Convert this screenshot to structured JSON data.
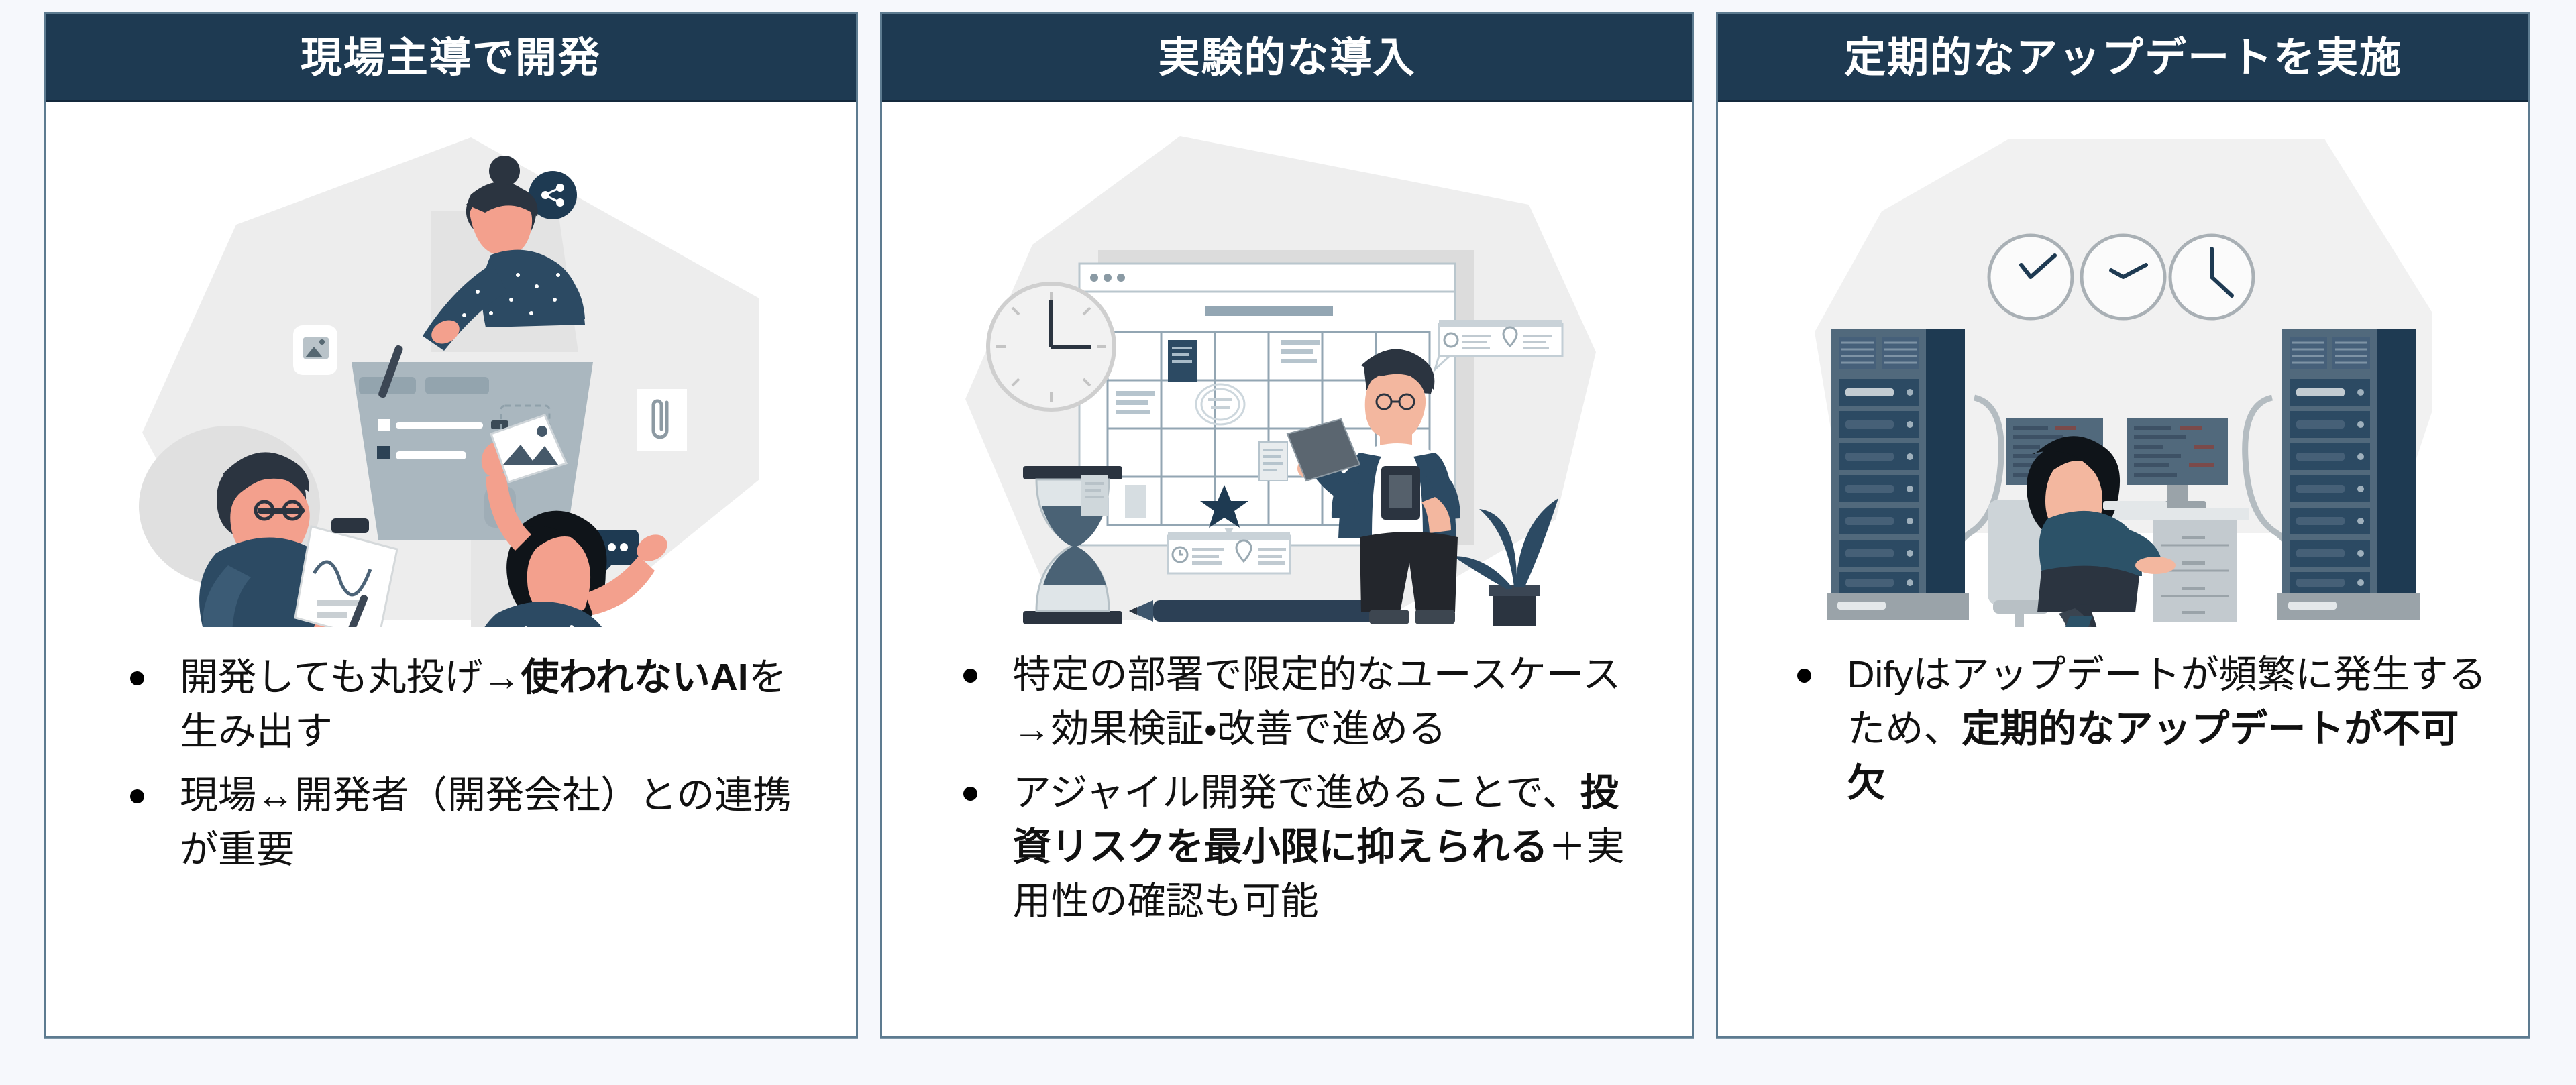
{
  "page": {
    "background_color": "#f6f8fc",
    "card_border_color": "#5d7b90",
    "header_background_color": "#1e3a52",
    "header_text_color": "#ffffff",
    "body_text_color": "#111111"
  },
  "cards": [
    {
      "id": "card-genba-shudo",
      "header": "現場主導で開発",
      "illustration_name": "team-collaboration-illustration",
      "illustration_elements": [
        "share-icon",
        "image-icon",
        "paperclip-icon",
        "chat-bubble-icon",
        "checkbox-icon",
        "tablet-board",
        "person-with-clipboard",
        "person-reaching-woman",
        "person-waving-woman"
      ],
      "bullets": [
        {
          "segments": [
            {
              "text": "開発しても丸投げ→",
              "bold": false
            },
            {
              "text": "使われないAI",
              "bold": true
            },
            {
              "text": "を生み出す",
              "bold": false
            }
          ]
        },
        {
          "segments": [
            {
              "text": "現場↔開発者（開発会社）との連携が重要",
              "bold": false
            }
          ]
        }
      ]
    },
    {
      "id": "card-jikkenteki-donyu",
      "header": "実験的な導入",
      "illustration_name": "schedule-planning-illustration",
      "illustration_elements": [
        "wall-clock-icon",
        "hourglass-icon",
        "pencil-icon",
        "plant-icon",
        "calendar-board",
        "star-icon",
        "presenter-person",
        "info-card-tooltip"
      ],
      "bullets": [
        {
          "segments": [
            {
              "text": "特定の部署で限定的なユースケース→効果検証・改善で進める",
              "bold": false
            }
          ]
        },
        {
          "segments": [
            {
              "text": "アジャイル開発で進めることで、",
              "bold": false
            },
            {
              "text": "投資リスクを最小限に抑えられる",
              "bold": true
            },
            {
              "text": "＋実用性の確認も可能",
              "bold": false
            }
          ]
        }
      ]
    },
    {
      "id": "card-teikiteki-update",
      "header": "定期的なアップデートを実施",
      "illustration_name": "server-room-maintenance-illustration",
      "illustration_elements": [
        "wall-clock-icon",
        "server-rack-left",
        "server-rack-right",
        "dual-monitor-desk",
        "seated-engineer",
        "office-chair",
        "drawer-cabinet"
      ],
      "bullets": [
        {
          "segments": [
            {
              "text": "Difyはアップデートが頻繁に発生するため、",
              "bold": false
            },
            {
              "text": "定期的なアップデートが不可欠",
              "bold": true
            }
          ]
        }
      ]
    }
  ]
}
